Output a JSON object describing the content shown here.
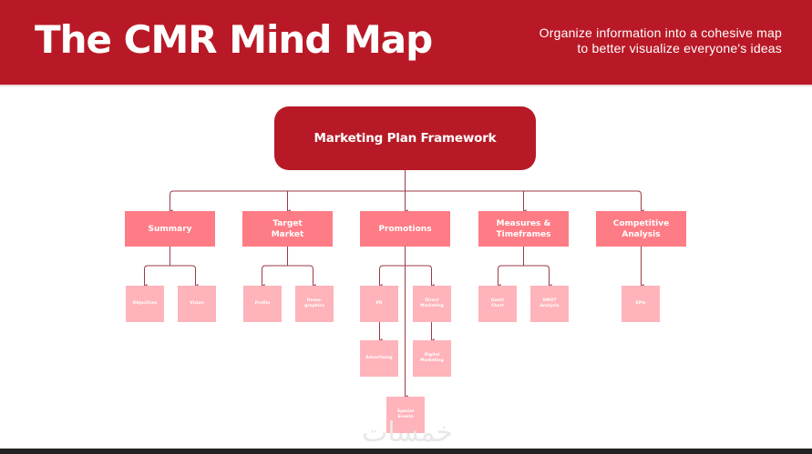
{
  "header": {
    "title": "The CMR Mind Map",
    "subtitle_line1": "Organize information into a cohesive map",
    "subtitle_line2": "to better visualize everyone's ideas"
  },
  "colors": {
    "header_bg": "#b91926",
    "root_node": "#b71a26",
    "level1_node": "#fe7c85",
    "level2_node": "#ffb3ba",
    "connector": "#9a3a44"
  },
  "mindmap": {
    "root": {
      "label": "Marketing Plan Framework"
    },
    "branches": [
      {
        "label": "Summary",
        "children": [
          {
            "label": "Objectives"
          },
          {
            "label": "Vision"
          }
        ]
      },
      {
        "label": "Target Market",
        "children": [
          {
            "label": "Profile"
          },
          {
            "label": "Demo-graphics"
          }
        ]
      },
      {
        "label": "Promotions",
        "children": [
          {
            "label": "PR",
            "children": [
              {
                "label": "Advertising"
              }
            ]
          },
          {
            "label": "Direct Marketing",
            "children": [
              {
                "label": "Digital Marketing"
              }
            ]
          },
          {
            "label": "Special Events"
          }
        ]
      },
      {
        "label": "Measures & Timeframes",
        "children": [
          {
            "label": "Gantt Chart"
          },
          {
            "label": "SWOT Analysis"
          }
        ]
      },
      {
        "label": "Competitive Analysis",
        "children": [
          {
            "label": "KPIs"
          }
        ]
      }
    ]
  },
  "watermark": {
    "text": "خمسات"
  }
}
